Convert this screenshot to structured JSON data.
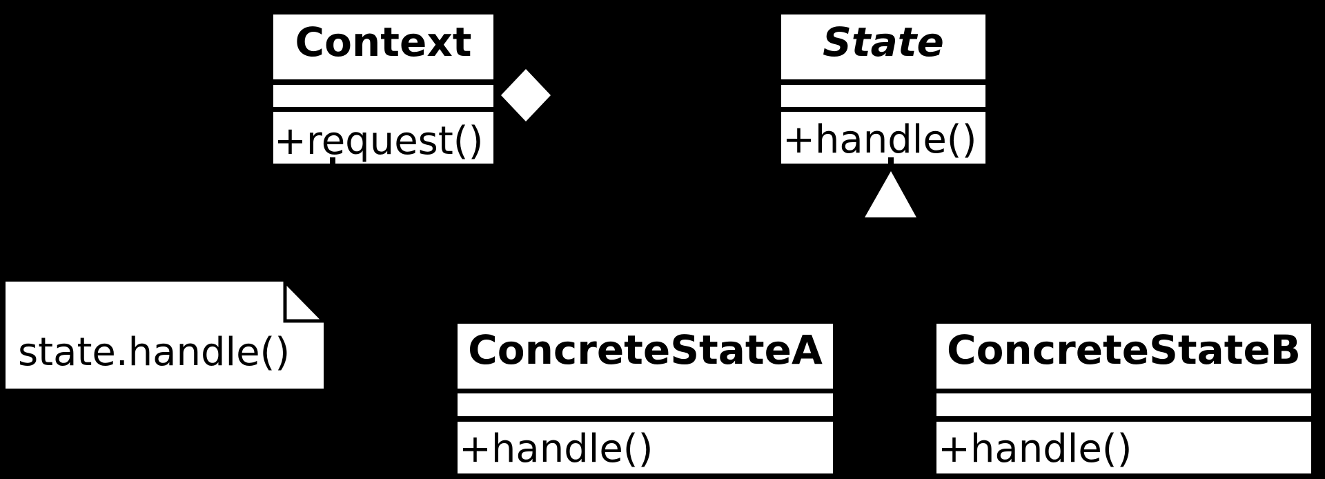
{
  "colors": {
    "background": "#000000",
    "box_fill": "#ffffff",
    "stroke_and_text": "#000000"
  },
  "classes": [
    {
      "name": "Context",
      "attributes": [],
      "methods": [
        "+request()"
      ]
    },
    {
      "name": "State",
      "attributes": [],
      "methods": [
        "+handle()"
      ]
    },
    {
      "name": "ConcreteStateA",
      "attributes": [],
      "methods": [
        "+handle()"
      ]
    },
    {
      "name": "ConcreteStateB",
      "attributes": [],
      "methods": [
        "+handle()"
      ]
    }
  ],
  "note": {
    "text": "state.handle()"
  },
  "symbols": [
    {
      "name": "aggregation-diamond",
      "meaning": "aggregation"
    },
    {
      "name": "generalization-triangle",
      "meaning": "inheritance"
    },
    {
      "name": "note-fold-corner",
      "meaning": "UML note"
    }
  ]
}
